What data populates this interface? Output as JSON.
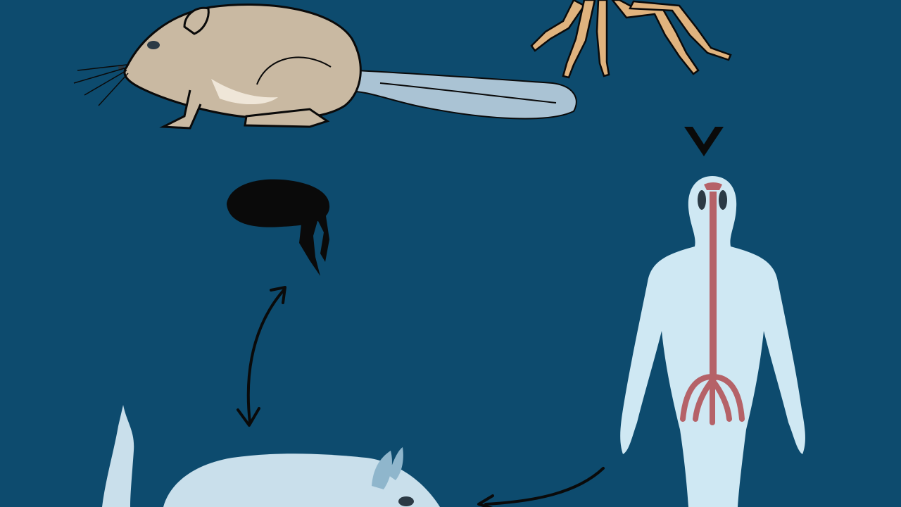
{
  "colors": {
    "background": "#0d4b6e",
    "rodent_fur": "#c9b9a2",
    "rodent_belly": "#efe6d8",
    "tail": "#aac3d4",
    "spider_legs": "#e0b37e",
    "flea": "#0a0a0a",
    "human_body": "#cfe8f3",
    "human_vessel": "#b56268",
    "ghost_animal": "#c9dfeb",
    "arrows": "#0a0a0a"
  },
  "icons": [
    "rodent",
    "spider-legs",
    "flea",
    "human-figure",
    "pale-animal",
    "cycle-arrow"
  ]
}
